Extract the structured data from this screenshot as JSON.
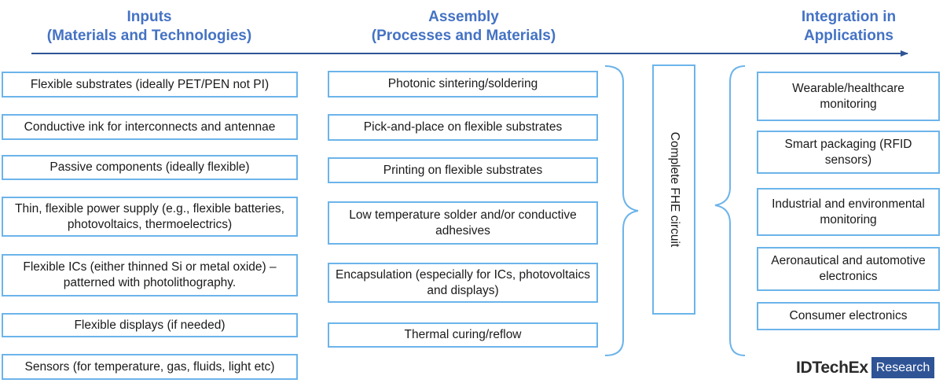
{
  "headings": {
    "inputs": [
      "Inputs",
      "(Materials and Technologies)"
    ],
    "assembly": [
      "Assembly",
      "(Processes and Materials)"
    ],
    "integration": [
      "Integration in",
      "Applications"
    ]
  },
  "inputs": [
    "Flexible substrates (ideally PET/PEN not PI)",
    "Conductive ink for interconnects and antennae",
    "Passive components (ideally flexible)",
    "Thin, flexible power supply (e.g., flexible batteries, photovoltaics, thermoelectrics)",
    "Flexible ICs (either thinned Si or metal oxide) – patterned with photolithography.",
    "Flexible displays (if needed)",
    "Sensors (for temperature, gas, fluids, light etc)"
  ],
  "assembly": [
    "Photonic sintering/soldering",
    "Pick-and-place on flexible substrates",
    "Printing on flexible substrates",
    "Low temperature solder and/or conductive adhesives",
    "Encapsulation (especially for ICs, photovoltaics and displays)",
    "Thermal curing/reflow"
  ],
  "center": "Complete FHE circuit",
  "applications": [
    "Wearable/healthcare monitoring",
    "Smart packaging (RFID sensors)",
    "Industrial and environmental monitoring",
    "Aeronautical and automotive electronics",
    "Consumer electronics"
  ],
  "logo": {
    "name": "IDTechEx",
    "tag": "Research"
  },
  "colors": {
    "heading": "#4472c4",
    "box_border": "#6cb4ea",
    "arrow": "#2f5496",
    "logo_tag_bg": "#2f5496"
  }
}
